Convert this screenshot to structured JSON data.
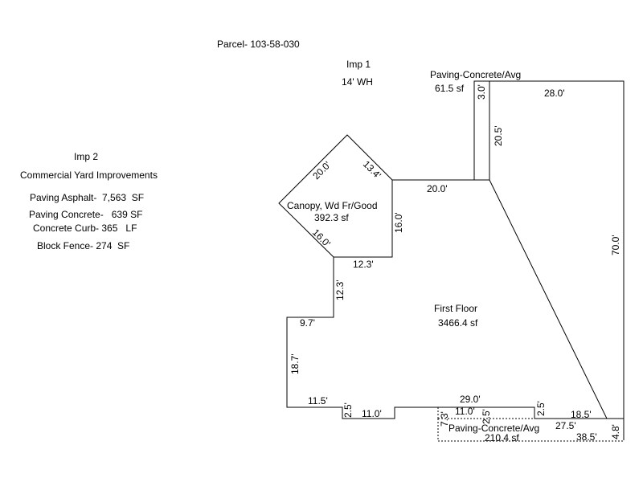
{
  "parcel": "Parcel- 103-58-030",
  "imp1": {
    "title": "Imp 1",
    "subtitle": "14' WH"
  },
  "imp2": {
    "title": "Imp 2",
    "subtitle": "Commercial Yard Improvements",
    "items": [
      "Paving Asphalt-  7,563  SF",
      "Paving Concrete-   639 SF",
      "Concrete Curb- 365   LF",
      "Block Fence- 274  SF"
    ]
  },
  "areas": {
    "first_floor": {
      "name": "First Floor",
      "area": "3466.4 sf"
    },
    "canopy": {
      "name": "Canopy, Wd Fr/Good",
      "area": "392.3 sf"
    },
    "paving_top": {
      "name": "Paving-Concrete/Avg",
      "area": "61.5 sf"
    },
    "paving_bottom": {
      "name": "Paving-Concrete/Avg",
      "area": "210.4 sf"
    }
  },
  "dims": {
    "d28_0": "28.0'",
    "d70_0": "70.0'",
    "d3_0": "3.0'",
    "d20_5": "20.5'",
    "d20_0b": "20.0'",
    "d16_0v": "16.0'",
    "d12_3h": "12.3'",
    "d12_3v": "12.3'",
    "d9_7": "9.7'",
    "d18_7": "18.7'",
    "d11_5": "11.5'",
    "d2_5a": "2.5'",
    "d11_0a": "11.0'",
    "d29_0": "29.0'",
    "d2_5b": "2.5'",
    "d18_5": "18.5'",
    "d20_0c": "20.0'",
    "d13_4": "13.4'",
    "d16_0c": "16.0'",
    "d11_0b": "11.0'",
    "d7_3": "7.3'",
    "d2_5c": "2.5'",
    "d27_5": "27.5'",
    "d38_5": "38.5'",
    "d4_8": "4.8'"
  }
}
